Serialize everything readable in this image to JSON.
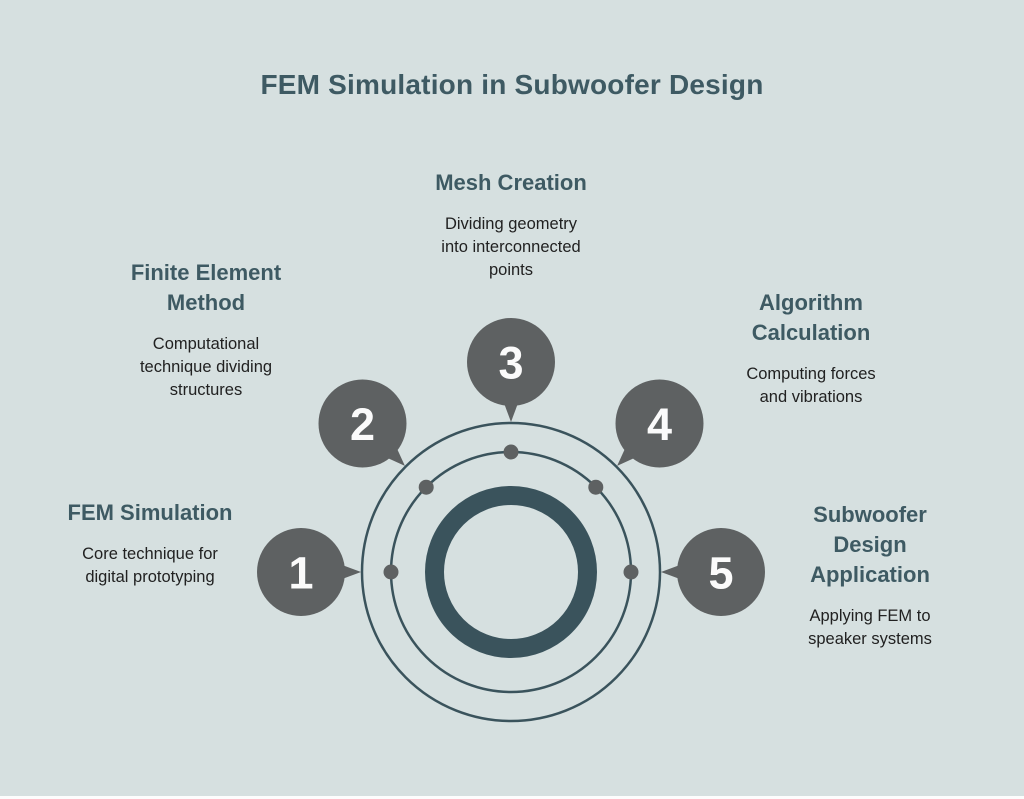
{
  "title": "FEM Simulation in Subwoofer Design",
  "colors": {
    "background": "#d6e0e0",
    "ring_teal": "#3a535c",
    "heading_teal": "#3e5a63",
    "bubble_gray": "#5e6162",
    "description_text": "#212121",
    "number_text": "#fbfbfb"
  },
  "steps": [
    {
      "number": "1",
      "title_lines": [
        "FEM Simulation"
      ],
      "desc_lines": [
        "Core technique for",
        "digital prototyping"
      ]
    },
    {
      "number": "2",
      "title_lines": [
        "Finite Element",
        "Method"
      ],
      "desc_lines": [
        "Computational",
        "technique dividing",
        "structures"
      ]
    },
    {
      "number": "3",
      "title_lines": [
        "Mesh Creation"
      ],
      "desc_lines": [
        "Dividing geometry",
        "into interconnected",
        "points"
      ]
    },
    {
      "number": "4",
      "title_lines": [
        "Algorithm",
        "Calculation"
      ],
      "desc_lines": [
        "Computing forces",
        "and vibrations"
      ]
    },
    {
      "number": "5",
      "title_lines": [
        "Subwoofer",
        "Design",
        "Application"
      ],
      "desc_lines": [
        "Applying FEM to",
        "speaker systems"
      ]
    }
  ]
}
